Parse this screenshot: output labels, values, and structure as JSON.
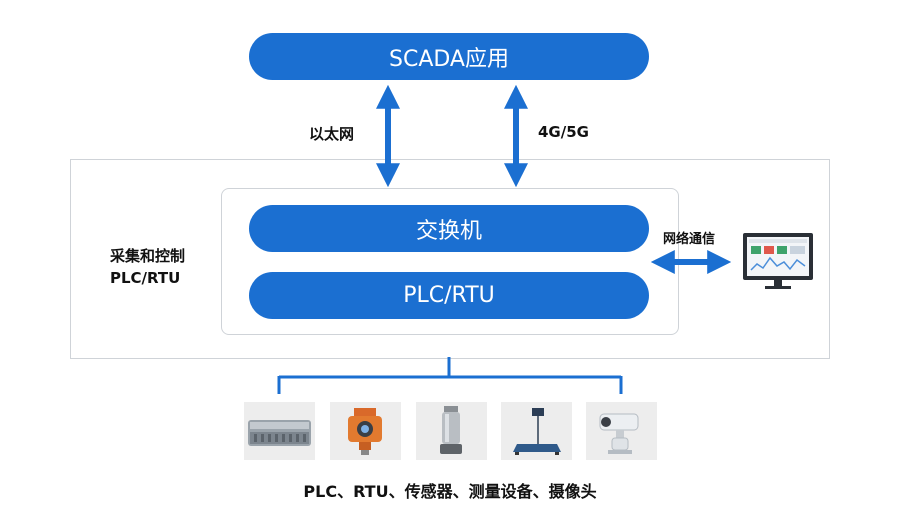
{
  "top": {
    "label": "SCADA应用"
  },
  "links": {
    "ethernet": "以太网",
    "cellular": "4G/5G",
    "network_comm": "网络通信"
  },
  "collect": {
    "line1": "采集和控制",
    "line2": "PLC/RTU"
  },
  "inner": {
    "switch": "交换机",
    "plc": "PLC/RTU"
  },
  "devices": {
    "icons": [
      "plc-module-icon",
      "gas-detector-icon",
      "sensor-probe-icon",
      "weighing-scale-icon",
      "surveillance-camera-icon"
    ],
    "caption": "PLC、RTU、传感器、测量设备、摄像头"
  },
  "colors": {
    "accent": "#1b6fd1",
    "border": "#cfd3d8"
  }
}
